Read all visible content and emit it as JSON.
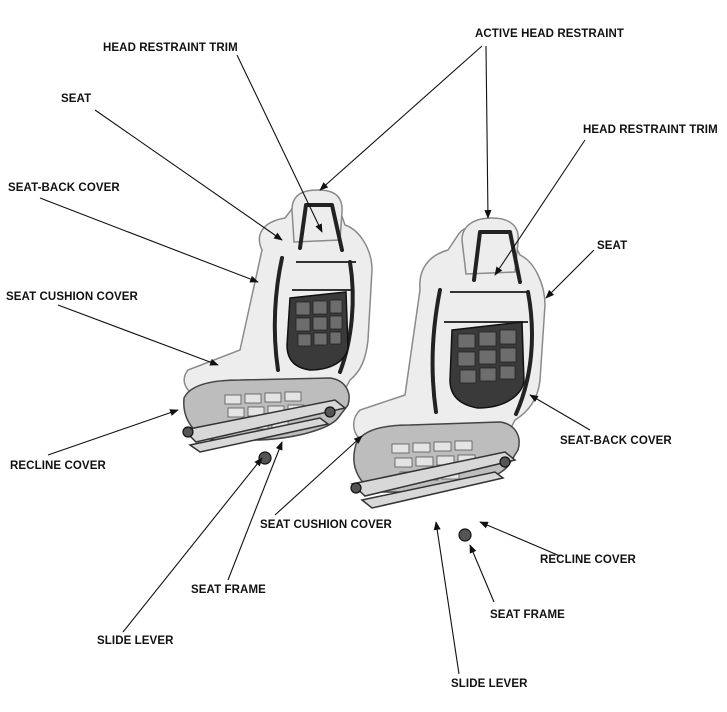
{
  "labels": {
    "active_head_restraint": "ACTIVE HEAD RESTRAINT",
    "head_restraint_trim": "HEAD RESTRAINT TRIM",
    "seat": "SEAT",
    "seat_back_cover": "SEAT-BACK COVER",
    "seat_cushion_cover": "SEAT CUSHION COVER",
    "recline_cover": "RECLINE COVER",
    "seat_frame": "SEAT FRAME",
    "slide_lever": "SLIDE LEVER"
  },
  "colors": {
    "text": "#111111",
    "seat_outline": "#8a8a8a",
    "seat_fill": "#ededed",
    "frame": "#222222"
  }
}
